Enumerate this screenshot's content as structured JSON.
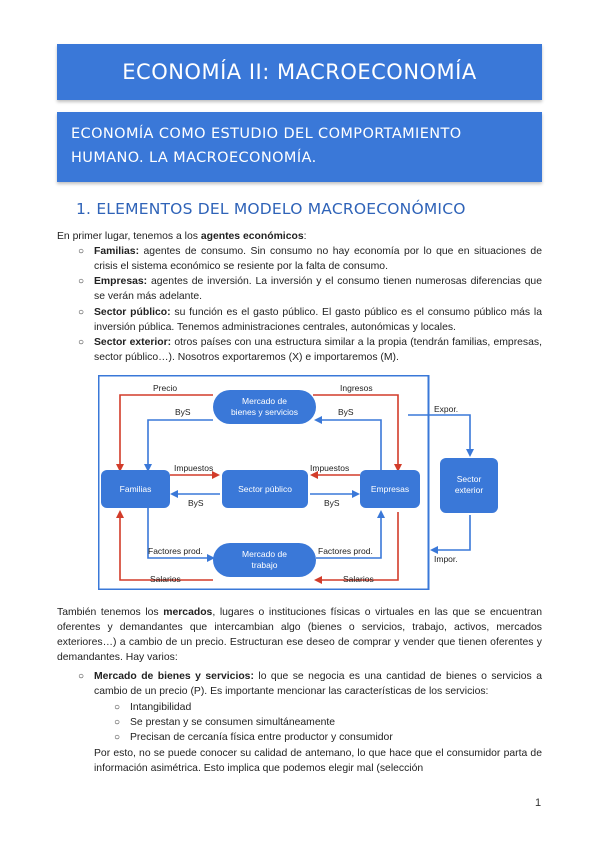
{
  "title": "ECONOMÍA II: MACROECONOMÍA",
  "subtitle": "ECONOMÍA COMO ESTUDIO DEL COMPORTAMIENTO HUMANO. LA MACROECONOMÍA.",
  "section1": {
    "heading": "1. ELEMENTOS DEL MODELO MACROECONÓMICO",
    "intro_pre": "En primer lugar, tenemos a los ",
    "intro_bold": "agentes económicos",
    "intro_post": ":",
    "agents": [
      {
        "term": "Familias:",
        "text": " agentes de consumo. Sin consumo no hay economía por lo que en situaciones de crisis el sistema económico se resiente por la falta de consumo."
      },
      {
        "term": "Empresas:",
        "text": " agentes de inversión. La inversión y el consumo tienen numerosas diferencias que se verán más adelante."
      },
      {
        "term": "Sector público:",
        "text": " su función es el gasto público. El gasto público es el consumo público más la inversión pública. Tenemos administraciones centrales, autonómicas y locales."
      },
      {
        "term": "Sector exterior:",
        "text": " otros países con una estructura similar a la propia (tendrán familias, empresas, sector público…). Nosotros exportaremos (X) e importaremos (M)."
      }
    ]
  },
  "diagram": {
    "nodes": {
      "goods_market": [
        "Mercado de",
        "bienes y servicios"
      ],
      "families": "Familias",
      "public_sector": "Sector público",
      "firms": "Empresas",
      "labor_market": [
        "Mercado de",
        "trabajo"
      ],
      "foreign_sector": [
        "Sector",
        "exterior"
      ]
    },
    "labels": {
      "precio": "Precio",
      "ingresos": "Ingresos",
      "bys_top_left": "ByS",
      "bys_top_right": "ByS",
      "impuestos_left": "Impuestos",
      "impuestos_right": "Impuestos",
      "bys_mid_left": "ByS",
      "bys_mid_right": "ByS",
      "factores_left": "Factores prod.",
      "factores_right": "Factores prod.",
      "salarios_left": "Salarios",
      "salarios_right": "Salarios",
      "expor": "Expor.",
      "impor": "Impor."
    },
    "colors": {
      "node": "#3a78d8",
      "blue_arrow": "#3a78d8",
      "red_arrow": "#d23c2a",
      "frame": "#3a78d8"
    }
  },
  "markets": {
    "p1_pre": "También tenemos los ",
    "p1_bold": "mercados",
    "p1_post": ", lugares o instituciones físicas o virtuales en las que se encuentran oferentes y demandantes que intercambian algo (bienes o servicios, trabajo, activos, mercados exteriores…) a cambio de un precio. Estructuran ese deseo de comprar y vender que tienen oferentes y demandantes. Hay varios:",
    "goods_term": "Mercado de bienes y servicios:",
    "goods_text": " lo que se negocia es una cantidad de bienes o servicios a cambio de un precio (P). Es importante mencionar las características de los servicios:",
    "sub": [
      "Intangibilidad",
      "Se prestan y se consumen simultáneamente",
      "Precisan de cercanía física entre productor y consumidor"
    ],
    "after": "Por esto, no se puede conocer su calidad de antemano, lo que hace que el consumidor parta de información asimétrica. Esto implica que podemos elegir mal (selección"
  },
  "page_number": "1"
}
